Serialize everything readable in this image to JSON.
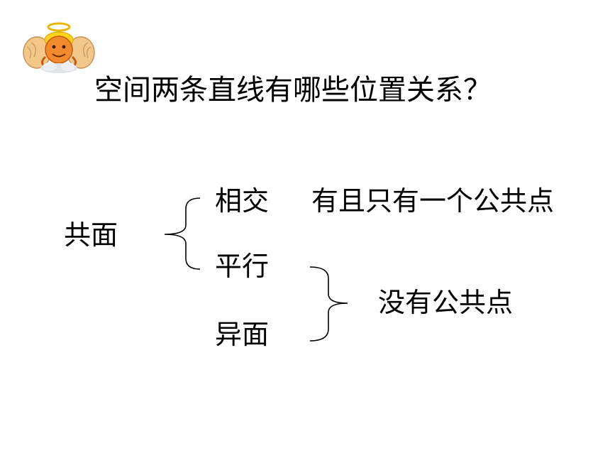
{
  "title": "空间两条直线有哪些位置关系？",
  "category": "共面",
  "relations": {
    "intersect": "相交",
    "parallel": "平行",
    "skew": "异面"
  },
  "descriptions": {
    "intersect": "有且只有一个公共点",
    "no_common": "没有公共点"
  },
  "icons": {
    "mascot": "angel-mascot-icon"
  }
}
